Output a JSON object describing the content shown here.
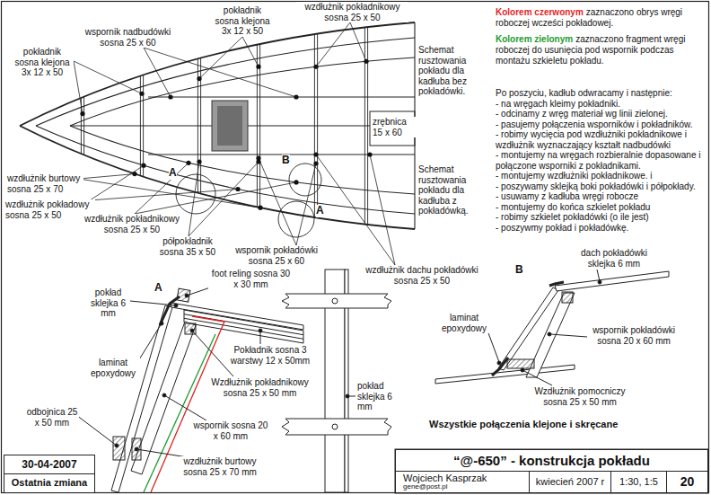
{
  "diagram": {
    "title": "“@-650” - konstrukcja pokładu",
    "nodes": [
      {
        "text": [
          "30-04-2007"
        ]
      },
      {
        "text": [
          "Ostatnia zmiana"
        ]
      },
      {
        "text": [
          "Wojciech Kasprzak",
          "gene@post.pl"
        ]
      },
      {
        "text": [
          "kwiecień 2007 r"
        ]
      },
      {
        "text": [
          "1:30, 1:5"
        ]
      },
      {
        "text": [
          "20"
        ]
      }
    ],
    "labels": [
      "pokładnik sosna klejona 3x 12 x 50",
      "wspornik nadbudówki sosna 25 x 60",
      "pokładnik sosna klejona 3x 12 x 50",
      "wzdłużnik pokładnikowy sosna 25 x 50",
      "Kolorem czerwonym",
      "zaznaczono obrys wręgi roboczej wcześci pokładowej.",
      "Kolorem zielonym",
      "zaznaczono fragment wręgi roboczej do usunięcia pod wspornik podczas montażu szkieletu pokładu.",
      "Schemat rusztowania pokładu dla kadłuba bez pokładówki.",
      "Po poszyciu, kadłub odwracamy i następnie:",
      "- na wręgach kleimy pokładniki.",
      "- odcinamy z wręg materiał wg linii zielonej.",
      "- pasujemy połączenia wsporników i pokładników.",
      "- robimy wycięcia pod wzdłużniki pokładnikowe i wzdłużnik wyznaczający kształt nadbudówki",
      "- montujemy na wręgach rozbieralnie dopasowane i połączone wsporniki z pokładnikami.",
      "- montujemy wzdłużniki pokładnikowe. i",
      "- poszywamy sklejką boki pokładówki i półpokłady.",
      "- usuwamy z kadłuba wręgi robocze",
      "- montujemy do końca szkielet pokładu",
      "- robimy szkielet pokładówki (o ile jest)",
      "- poszywmy pokład i pokładówkę.",
      "zrębnica 15 x 60",
      "Schemat rusztowania pokładu dla kadłuba z pokładówką.",
      "wzdłużnik burtowy sosna 25 x 70",
      "wzdłużnik pokładowy sosna 25 x 50",
      "wzdłużnik pokładnikowy sosna 25 x 50",
      "A",
      "B",
      "A",
      "półpokładnik sosna 35 x 50",
      "wspornik pokładówki sosna 25 x 60",
      "wzdłużnik dachu pokładówki sosna 25 x 50",
      "A",
      "foot reling sosna 30 x 30 mm",
      "pokład sklejka 6 mm",
      "laminat epoxydowy",
      "Pokładnik sosna 3 warstwy 12 x 50mm",
      "Wzdłużnik pokładnikowy sosna 25 x 50 mm",
      "odbojnica 25 x 50 mm",
      "wspornik sosna 20 x 60 mm",
      "wzdłużnik burtowy sosna 25 x 70 mm",
      "pokład sklejka 6 mm",
      "B",
      "dach pokładówki sklejka 6 mm",
      "laminat epoxydowy",
      "wspornik pokładówki sosna 20 x 60 mm",
      "Wzdłużnik pomocniczy sosna 25 x 50 mm",
      "Wszystkie połączenia klejone i skręcane"
    ]
  }
}
